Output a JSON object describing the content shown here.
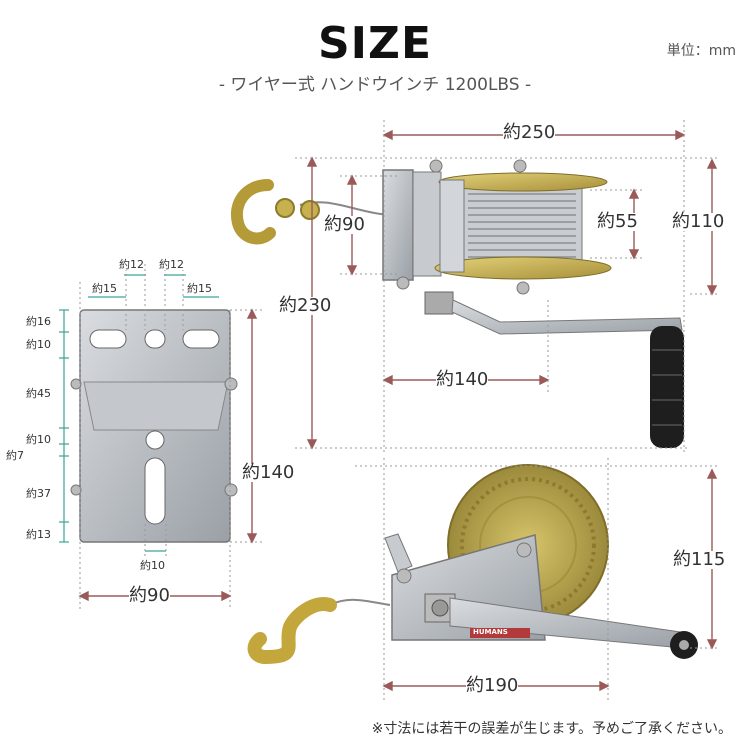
{
  "header": {
    "title": "SIZE",
    "subtitle": "- ワイヤー式 ハンドウインチ 1200LBS -",
    "unit": "単位：mm"
  },
  "colors": {
    "dimension_line": "#9b5a5a",
    "bracket_dim": "#3aa39b",
    "steel": "#b8bcc2",
    "zinc_gold": "#c9b75a",
    "handle_grip": "#1e1e1e"
  },
  "top_view": {
    "dims": {
      "width": "約250",
      "height_total": "約230",
      "drum_dia": "約90",
      "wire_dia": "約55",
      "frame_height": "約110",
      "handle_reach": "約140"
    }
  },
  "bracket_view": {
    "top_dims": {
      "left_hole": "約12",
      "right_hole": "約12",
      "left_edge": "約15",
      "right_edge": "約15"
    },
    "side_dims": [
      "約16",
      "約10",
      "約45",
      "約10",
      "約7",
      "約37",
      "約13"
    ],
    "height": "約140",
    "width": "約90",
    "slot_width": "約10"
  },
  "side_view": {
    "dims": {
      "height": "約115",
      "length": "約190"
    },
    "brand_label": "HUMANS"
  },
  "footer": {
    "note": "※寸法には若干の誤差が生じます。予めご了承ください。"
  }
}
